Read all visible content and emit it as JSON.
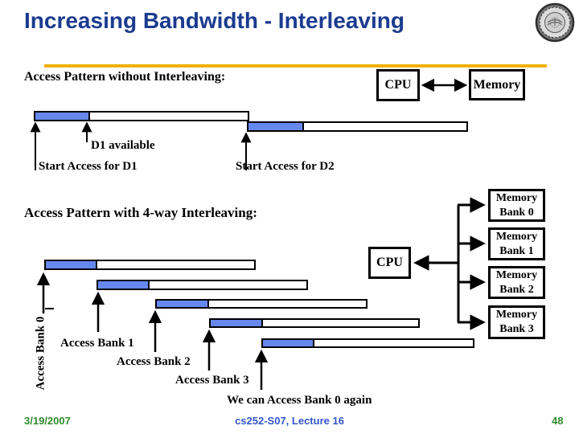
{
  "slide": {
    "title": "Increasing Bandwidth - Interleaving",
    "date": "3/19/2007",
    "course": "cs252-S07, Lecture 16",
    "page_number": "48"
  },
  "section1": {
    "heading": "Access Pattern without Interleaving:",
    "cpu": "CPU",
    "memory": "Memory",
    "d1_available": "D1 available",
    "start_d1": "Start Access for D1",
    "start_d2": "Start Access for D2"
  },
  "section2": {
    "heading": "Access Pattern with 4-way Interleaving:",
    "cpu": "CPU",
    "banks": [
      {
        "line1": "Memory",
        "line2": "Bank 0"
      },
      {
        "line1": "Memory",
        "line2": "Bank 1"
      },
      {
        "line1": "Memory",
        "line2": "Bank 2"
      },
      {
        "line1": "Memory",
        "line2": "Bank 3"
      }
    ],
    "access_bank_0": "Access Bank 0",
    "access_bank_1": "Access Bank 1",
    "access_bank_2": "Access Bank 2",
    "access_bank_3": "Access Bank 3",
    "bank0_again": "We can Access Bank 0 again"
  },
  "colors": {
    "title_blue": "#1B3B8F",
    "divider_gold": "#F0B000",
    "bar_fill_blue": "#6688EE",
    "footer_green": "#2E8B2E",
    "footer_blue": "#3355CC"
  }
}
